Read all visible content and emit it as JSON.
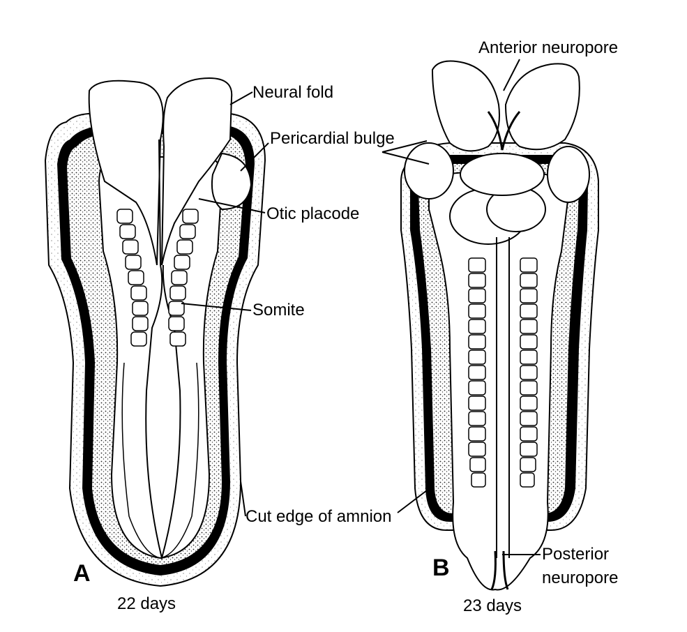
{
  "panels": [
    {
      "letter": "A",
      "caption": "22 days",
      "labels": {
        "neural_fold": "Neural fold",
        "pericardial_bulge": "Pericardial bulge",
        "otic_placode": "Otic placode",
        "somite": "Somite",
        "cut_edge_of_amnion": "Cut edge of amnion"
      }
    },
    {
      "letter": "B",
      "caption": "23 days",
      "labels": {
        "anterior_neuropore": "Anterior neuropore",
        "posterior_neuropore_line1": "Posterior",
        "posterior_neuropore_line2": "neuropore"
      }
    }
  ],
  "colors": {
    "ink": "#000000",
    "stipple": "#6e6e6e",
    "paper": "#ffffff"
  }
}
